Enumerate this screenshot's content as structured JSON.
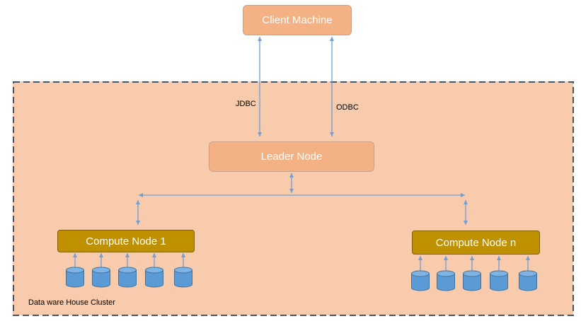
{
  "client": {
    "label": "Client Machine"
  },
  "protocols": {
    "left": "JDBC",
    "right": "ODBC"
  },
  "leader": {
    "label": "Leader Node"
  },
  "compute_nodes": [
    {
      "label": "Compute Node 1"
    },
    {
      "label": "Compute Node n"
    }
  ],
  "cluster": {
    "label": "Data ware House Cluster"
  },
  "colors": {
    "client_fill": "#f4b183",
    "cluster_fill": "#f8cbad",
    "compute_fill": "#bf9000",
    "disk_fill": "#5b9bd5",
    "arrow": "#6f9fd8",
    "cluster_border": "#44546a"
  },
  "icons": {
    "disk": "database-cylinder-icon"
  }
}
